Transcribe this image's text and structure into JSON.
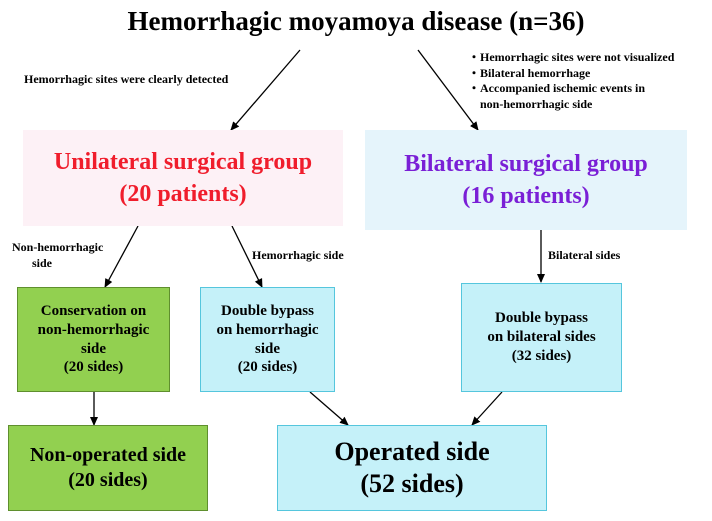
{
  "title": "Hemorrhagic moyamoya disease (n=36)",
  "left_branch_label": "Hemorrhagic sites were clearly detected",
  "right_branch_criteria": [
    "Hemorrhagic sites were not visualized",
    "Bilateral hemorrhage",
    "Accompanied ischemic events in",
    "non-hemorrhagic side"
  ],
  "unilateral_group": {
    "line1": "Unilateral surgical group",
    "line2": "(20 patients)"
  },
  "bilateral_group": {
    "line1": "Bilateral surgical group",
    "line2": "(16 patients)"
  },
  "edge_labels": {
    "non_hemorrhagic_side_1": "Non-hemorrhagic",
    "non_hemorrhagic_side_2": "side",
    "hemorrhagic_side": "Hemorrhagic side",
    "bilateral_sides": "Bilateral sides"
  },
  "conservation_box": [
    "Conservation on",
    "non-hemorrhagic",
    "side",
    "(20 sides)"
  ],
  "double_bypass_hemorrhagic_box": [
    "Double bypass",
    "on hemorrhagic",
    "side",
    "(20 sides)"
  ],
  "double_bypass_bilateral_box": [
    "Double bypass",
    "on bilateral sides",
    "(32 sides)"
  ],
  "non_operated_box": {
    "line1": "Non-operated side",
    "line2": "(20 sides)"
  },
  "operated_box": {
    "line1": "Operated side",
    "line2": "(52 sides)"
  },
  "colors": {
    "unilateral_text": "#f01d2c",
    "bilateral_text": "#7a1fd6",
    "green_fill": "#92d050",
    "cyan_fill": "#c5f1f9",
    "pink_fill": "#fdf1f6",
    "lightblue_fill": "#e5f4fb"
  }
}
